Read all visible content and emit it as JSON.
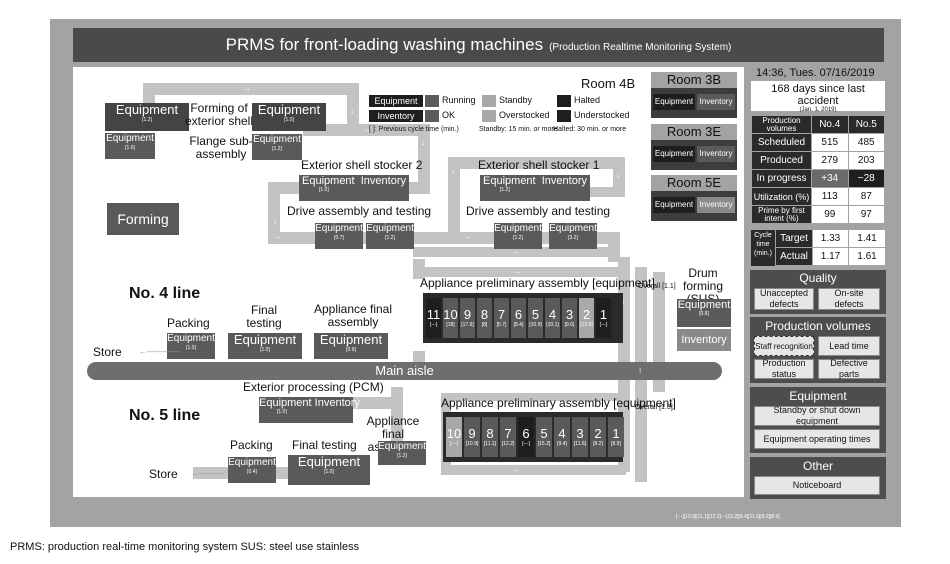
{
  "title": "PRMS for front-loading washing machines",
  "subtitle": "(Production Realtime Monitoring System)",
  "datetime": "14:36, Tues. 07/16/2019",
  "accident": {
    "days": "168 days since last accident",
    "since": "(Jan. 1, 2019)"
  },
  "rooms": {
    "r4b": "Room 4B",
    "r3b": "Room 3B",
    "r3e": "Room 3E",
    "r5e": "Room 5E",
    "equipment": "Equipment",
    "inventory": "Inventory"
  },
  "legend": {
    "equipment": "Equipment",
    "running": "Running",
    "standby": "Standby",
    "halted": "Halted",
    "inventory": "Inventory",
    "ok": "OK",
    "overstocked": "Overstocked",
    "understocked": "Understocked",
    "note1": "[ ]: Previous cycle time (min.)",
    "note2": "Standby: 15 min. or more",
    "note3": "Halted: 30 min. or more"
  },
  "labels": {
    "forming_ext": "Forming of exterior shell",
    "flange": "Flange sub-assembly",
    "ext4": "Exterior shell stocker 2",
    "ext5": "Exterior shell stocker 1",
    "drive4": "Drive assembly and testing",
    "drive5": "Drive assembly and testing",
    "forming": "Forming",
    "line4": "No. 4 line",
    "line5": "No. 5 line",
    "packing4": "Packing",
    "final4": "Final testing",
    "appfinal4": "Appliance final assembly",
    "store4": "Store",
    "prelim4": "Appliance preliminary assembly [equipment]",
    "overall4": "Overall [1.1]",
    "prelim5": "Appliance preliminary assembly [equipment]",
    "overall5": "Overall [1.3]",
    "drum": "Drum forming (SUS)",
    "aisle": "Main aisle",
    "pcm": "Exterior processing (PCM)",
    "appfinal5": "Appliance final assembly",
    "packing5": "Packing",
    "final5": "Final testing",
    "store5": "Store",
    "equipment": "Equipment",
    "inventory": "Inventory",
    "bottom_note": "[---][10.9][11.1][12.2]---[15.2][9.4][11.6][8.2][8.9]"
  },
  "cycle": {
    "eq1": "[1.2]",
    "eq2": "[1.0]",
    "eq3": "[1.2]",
    "eq4": "[1.0]",
    "ext4": "[1.0]",
    "ext5": "[1.2]",
    "d4a": "[0.7]",
    "d4b": "[1.2]",
    "d5a": "[1.2]",
    "d5b": "[3.2]",
    "drum": "[0.8]",
    "pack4": "[1.0]",
    "final4": "[1.0]",
    "app4": "[0.9]",
    "pcm": "[1.0]",
    "app5": "[1.2]",
    "pack5": "[0.4]",
    "final5": "[1.0]"
  },
  "stations4": [
    {
      "n": "11",
      "c": "[---]"
    },
    {
      "n": "10",
      "c": "[18]"
    },
    {
      "n": "9",
      "c": "[17.9]"
    },
    {
      "n": "8",
      "c": "[8]"
    },
    {
      "n": "7",
      "c": "[5.7]"
    },
    {
      "n": "6",
      "c": "[8.4]"
    },
    {
      "n": "5",
      "c": "[10.9]"
    },
    {
      "n": "4",
      "c": "[10.1]"
    },
    {
      "n": "3",
      "c": "[9.6]"
    },
    {
      "n": "2",
      "c": "[12.8]"
    },
    {
      "n": "1",
      "c": "[---]"
    }
  ],
  "stations5": [
    {
      "n": "10",
      "c": "[---]"
    },
    {
      "n": "9",
      "c": "[10.9]"
    },
    {
      "n": "8",
      "c": "[11.1]"
    },
    {
      "n": "7",
      "c": "[12.2]"
    },
    {
      "n": "6",
      "c": "[---]"
    },
    {
      "n": "5",
      "c": "[15.2]"
    },
    {
      "n": "4",
      "c": "[9.4]"
    },
    {
      "n": "3",
      "c": "[11.6]"
    },
    {
      "n": "2",
      "c": "[8.2]"
    },
    {
      "n": "1",
      "c": "[8.9]"
    }
  ],
  "table": {
    "header": [
      "Production volumes",
      "No.4",
      "No.5"
    ],
    "rows": [
      [
        "Scheduled",
        "515",
        "485"
      ],
      [
        "Produced",
        "279",
        "203"
      ],
      [
        "In progress",
        "+34",
        "−28"
      ],
      [
        "Utilization (%)",
        "113",
        "87"
      ],
      [
        "Prime by first intent (%)",
        "99",
        "97"
      ]
    ],
    "cycle_label": "Cycle time (min.)",
    "target": [
      "Target",
      "1.33",
      "1.41"
    ],
    "actual": [
      "Actual",
      "1.17",
      "1.61"
    ]
  },
  "sections": {
    "quality": "Quality",
    "q1": "Unaccepted defects",
    "q2": "On-site defects",
    "prod": "Production volumes",
    "p1": "Staff recognition",
    "p2": "Lead time",
    "p3": "Production status",
    "p4": "Defective parts",
    "equip": "Equipment",
    "e1": "Standby or shut down equipment",
    "e2": "Equipment operating times",
    "other": "Other",
    "o1": "Noticeboard"
  },
  "footer": "PRMS: production real-time monitoring system   SUS: steel use stainless",
  "colors": {
    "panel": "#a3a3a3",
    "dark": "#4a4a4a",
    "running": "#5a5a5a",
    "standby": "#a8a8a8",
    "halted": "#1e1e1e"
  }
}
